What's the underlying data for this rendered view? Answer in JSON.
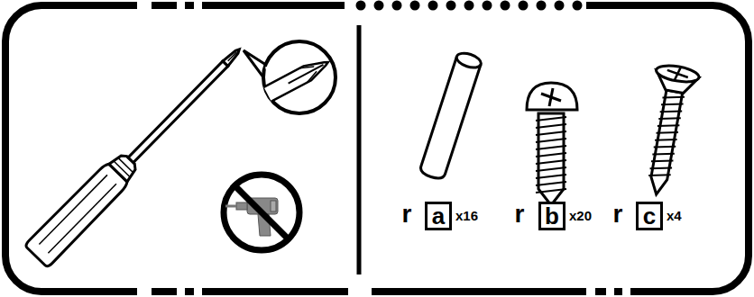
{
  "diagram": {
    "nodes": [
      {
        "text": [
          "a"
        ]
      },
      {
        "text": [
          "b"
        ]
      },
      {
        "text": [
          "c"
        ]
      }
    ],
    "labels": [
      "r",
      "x16",
      "r",
      "x20",
      "r",
      "x4"
    ]
  }
}
